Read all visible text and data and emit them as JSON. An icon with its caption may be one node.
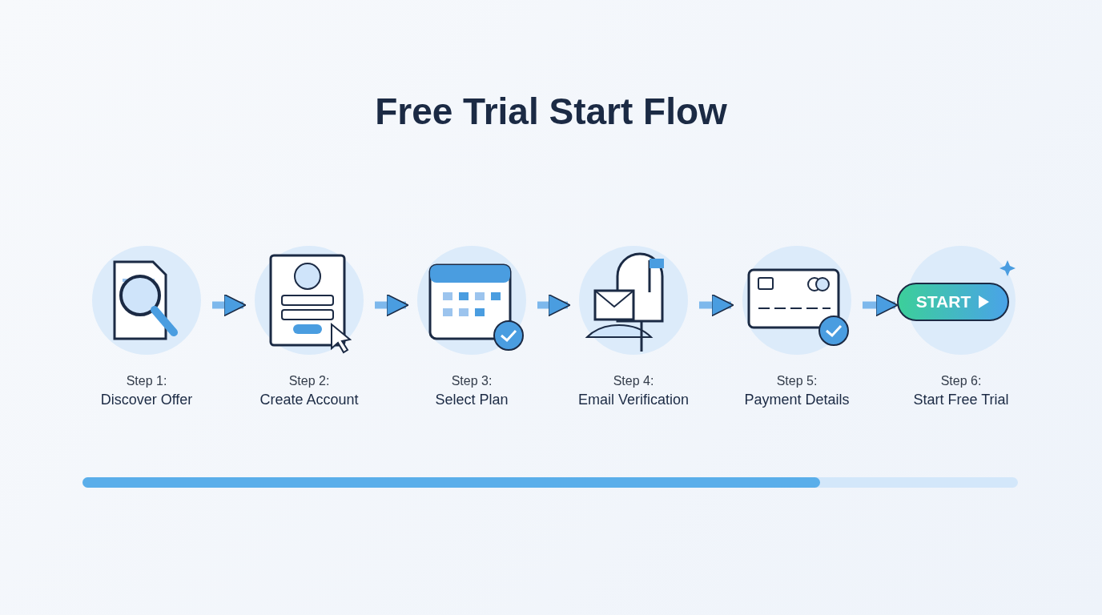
{
  "diagram": {
    "title": "Free Trial Start Flow",
    "nodes": [
      {
        "text": [
          "Step 1:",
          "Discover Offer"
        ]
      },
      {
        "text": [
          "Step 2:",
          "Create Account"
        ]
      },
      {
        "text": [
          "Step 3:",
          "Select Plan"
        ]
      },
      {
        "text": [
          "Step 4:",
          "Email Verification"
        ]
      },
      {
        "text": [
          "Step 5:",
          "Payment Details"
        ]
      },
      {
        "text": [
          "START",
          "Step 6:",
          "Start Free Trial"
        ]
      }
    ],
    "edges": [
      {
        "from": 0,
        "to": 1,
        "arrow": "to"
      },
      {
        "from": 1,
        "to": 2,
        "arrow": "to"
      },
      {
        "from": 2,
        "to": 3,
        "arrow": "to"
      },
      {
        "from": 3,
        "to": 4,
        "arrow": "to"
      },
      {
        "from": 4,
        "to": 5,
        "arrow": "to"
      }
    ]
  }
}
